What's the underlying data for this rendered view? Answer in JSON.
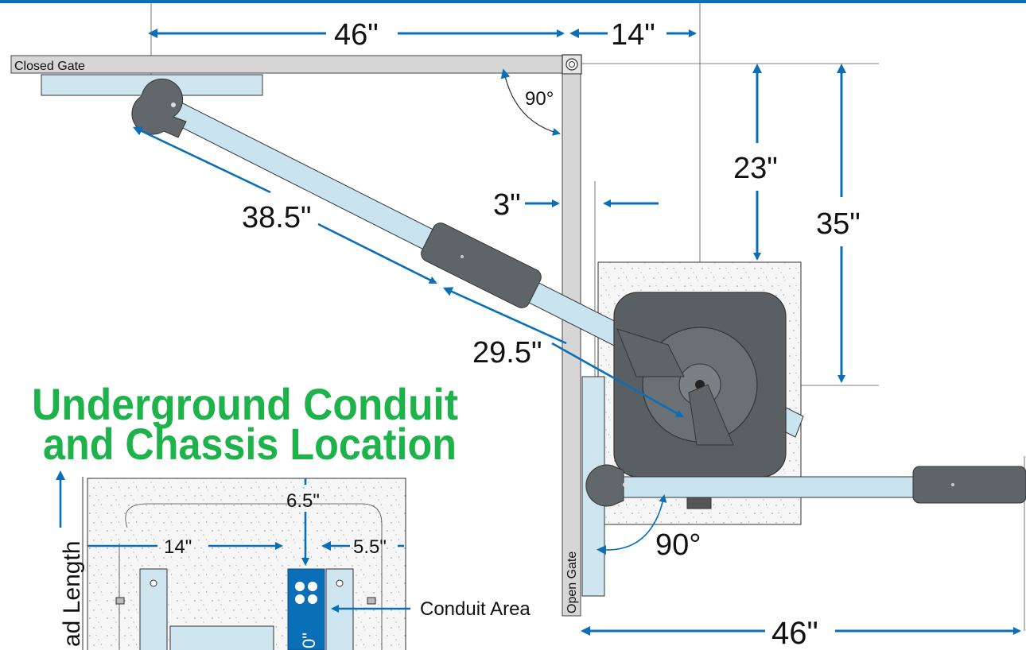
{
  "labels": {
    "closed_gate": "Closed Gate",
    "open_gate": "Open Gate",
    "conduit_area": "Conduit Area",
    "pad_length": "ad Length",
    "title_line1": "Underground Conduit",
    "title_line2": "and Chassis Location"
  },
  "dimensions": {
    "top_span": "46\"",
    "hinge_offset": "14\"",
    "angle_closed": "90°",
    "angle_open": "90°",
    "arm_length": "38.5\"",
    "operator_offset": "29.5\"",
    "gate_gap": "3\"",
    "vertical_23": "23\"",
    "vertical_35": "35\"",
    "bottom_span": "46\"",
    "inset_14": "14\"",
    "inset_6_5": "6.5\"",
    "inset_5_5": "5.5\"",
    "inset_partial": "0\""
  },
  "colors": {
    "accent": "#0b6fb8",
    "title": "#1db34a",
    "arm": "#c9e3ef",
    "operator": "#5f6469",
    "gate": "#d4d4d4",
    "concrete": "#f4f4f4"
  }
}
